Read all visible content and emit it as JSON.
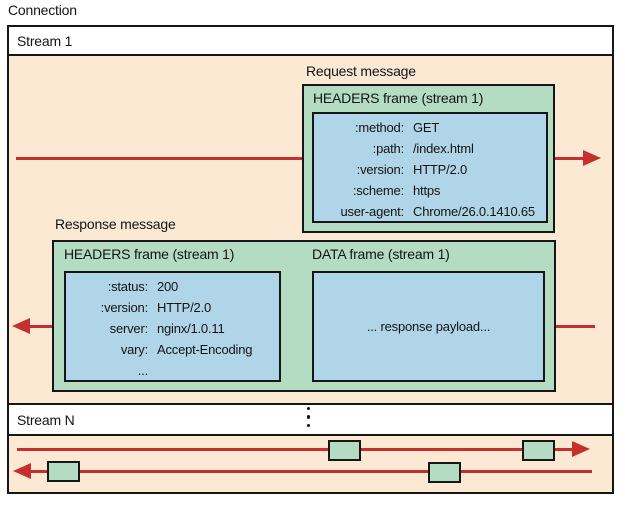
{
  "diagram": {
    "connection_label": "Connection",
    "stream1": {
      "label": "Stream 1",
      "request": {
        "label": "Request message",
        "direction": "right",
        "headers_frame": {
          "title": "HEADERS frame (stream 1)",
          "fields": [
            {
              "key": ":method:",
              "value": "GET"
            },
            {
              "key": ":path:",
              "value": "/index.html"
            },
            {
              "key": ":version:",
              "value": "HTTP/2.0"
            },
            {
              "key": ":scheme:",
              "value": "https"
            },
            {
              "key": "user-agent:",
              "value": "Chrome/26.0.1410.65"
            }
          ]
        }
      },
      "response": {
        "label": "Response message",
        "direction": "left",
        "headers_frame": {
          "title": "HEADERS frame (stream 1)",
          "fields": [
            {
              "key": ":status:",
              "value": "200"
            },
            {
              "key": ":version:",
              "value": "HTTP/2.0"
            },
            {
              "key": "server:",
              "value": "nginx/1.0.11"
            },
            {
              "key": "vary:",
              "value": "Accept-Encoding"
            },
            {
              "key": "...",
              "value": ""
            }
          ]
        },
        "data_frame": {
          "title": "DATA frame (stream 1)",
          "payload": "... response payload..."
        }
      }
    },
    "streamN": {
      "label": "Stream N",
      "frames_on_request_arrow": 2,
      "frames_on_response_arrow": 2
    },
    "icons": {
      "vertical_ellipsis": "⋮",
      "arrow_right": "→",
      "arrow_left": "←"
    },
    "colors": {
      "stream_background": "#fbe9d4",
      "frame_green": "#b4dcc3",
      "headers_blue": "#b0d5e8",
      "arrow_red": "#c5302e",
      "border_black": "#161616"
    }
  }
}
